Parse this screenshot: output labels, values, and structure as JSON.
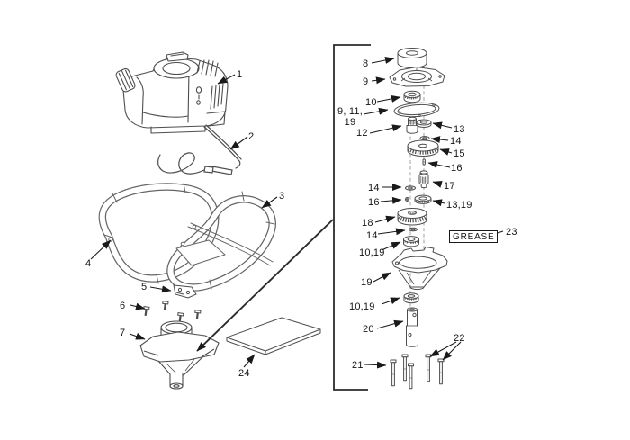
{
  "diagram": {
    "background": "#ffffff",
    "line_color": "#4d4d4d",
    "callout_color": "#141414",
    "grease_tag": {
      "label": "GREASE"
    },
    "callouts": [
      {
        "id": "engine",
        "label": "1"
      },
      {
        "id": "throttle-cable",
        "label": "2"
      },
      {
        "id": "handlebar-frame",
        "label": "3"
      },
      {
        "id": "frame-bolt",
        "label": "4"
      },
      {
        "id": "lower-mount-bracket",
        "label": "5"
      },
      {
        "id": "screws",
        "label": "6"
      },
      {
        "id": "transmission-assembly",
        "label": "7"
      },
      {
        "id": "cap",
        "label": "8"
      },
      {
        "id": "gear-head-cover",
        "label": "9"
      },
      {
        "id": "bearing-top",
        "label": "10"
      },
      {
        "id": "gasket-group",
        "label": "9, 11,\n19"
      },
      {
        "id": "pinion-shaft",
        "label": "12"
      },
      {
        "id": "ring-13",
        "label": "13"
      },
      {
        "id": "washer-14-right",
        "label": "14"
      },
      {
        "id": "gear-15",
        "label": "15"
      },
      {
        "id": "pin-16-right",
        "label": "16"
      },
      {
        "id": "fitting-17",
        "label": "17"
      },
      {
        "id": "washer-14-left",
        "label": "14"
      },
      {
        "id": "pin-16-left",
        "label": "16"
      },
      {
        "id": "bearing-13-19",
        "label": "13,19"
      },
      {
        "id": "gear-18",
        "label": "18"
      },
      {
        "id": "washer-14-center",
        "label": "14"
      },
      {
        "id": "bearing-10-19-upper",
        "label": "10,19"
      },
      {
        "id": "grease-callout",
        "label": "23"
      },
      {
        "id": "housing-19",
        "label": "19"
      },
      {
        "id": "bearing-10-19-lower",
        "label": "10,19"
      },
      {
        "id": "output-shaft",
        "label": "20"
      },
      {
        "id": "bolts-22",
        "label": "22"
      },
      {
        "id": "bolt-21",
        "label": "21"
      },
      {
        "id": "skid-plate",
        "label": "24"
      }
    ]
  }
}
